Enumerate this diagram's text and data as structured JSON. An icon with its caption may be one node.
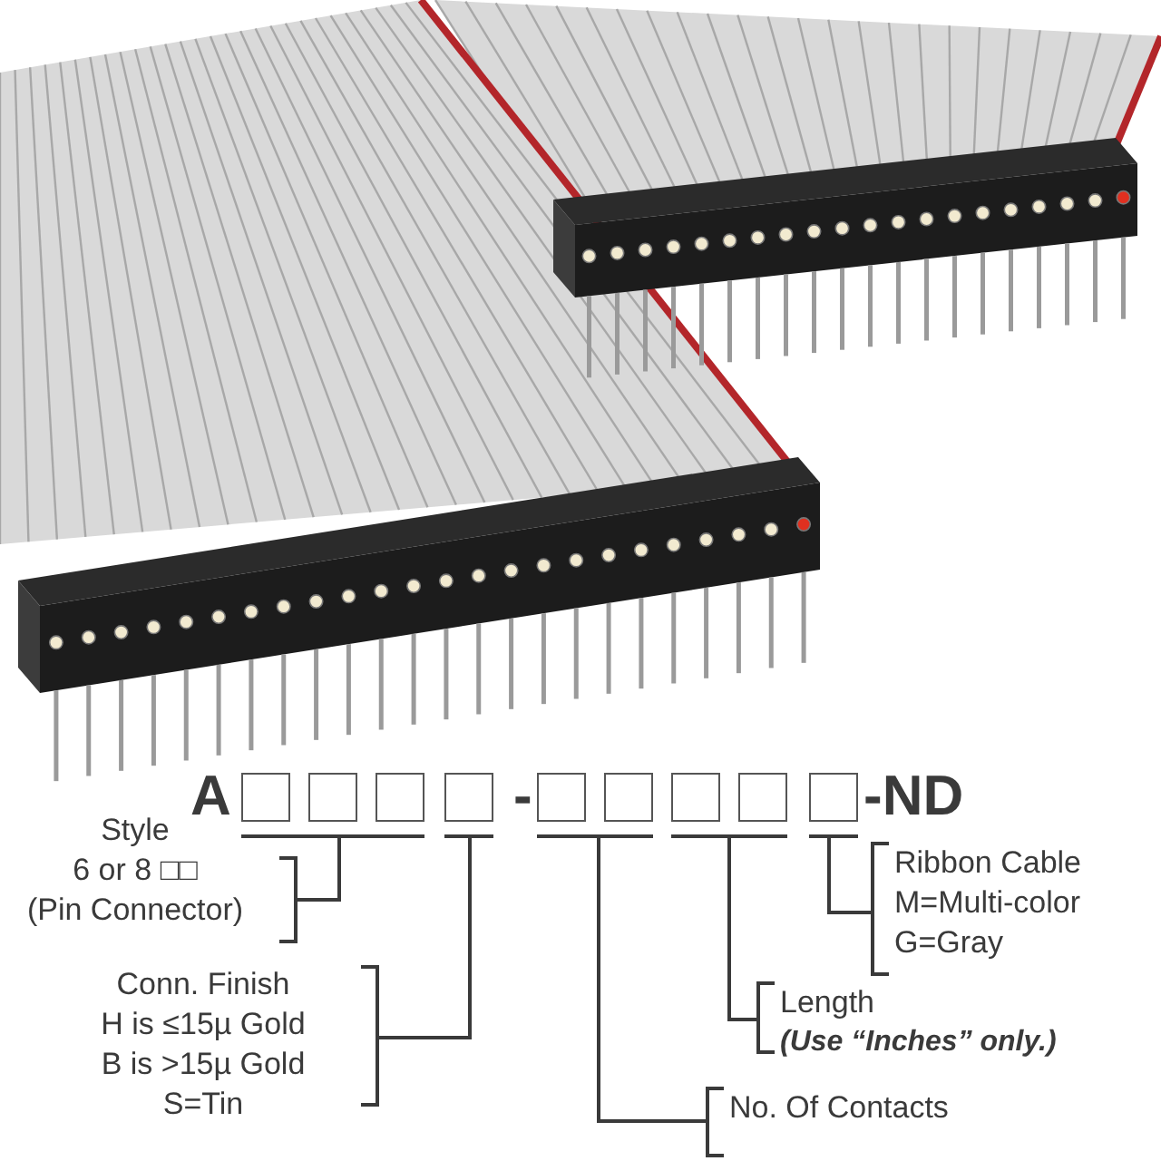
{
  "diagram": {
    "nodes": [
      {
        "text": [],
        "shape": "box"
      },
      {
        "text": [],
        "shape": "box"
      },
      {
        "text": [],
        "shape": "box"
      },
      {
        "text": [],
        "shape": "box"
      },
      {
        "text": [],
        "shape": "box"
      },
      {
        "text": [
          "Style",
          "6 or 8 □□",
          "(Pin Connector)"
        ]
      },
      {
        "text": [
          "Ribbon Cable",
          "M=Multi-color",
          "G=Gray"
        ]
      },
      {
        "text": [
          "Conn. Finish",
          "H is ≤15µ Gold",
          "B is >15µ Gold",
          "S=Tin"
        ]
      },
      {
        "text": [
          "Length",
          "(Use “Inches” only.)"
        ]
      },
      {
        "text": [
          "No. Of Contacts"
        ]
      }
    ],
    "edges": [
      {
        "from": 5,
        "to": 0,
        "arrow": "none"
      },
      {
        "from": 6,
        "to": 4,
        "arrow": "none"
      },
      {
        "from": 7,
        "to": 1,
        "arrow": "none"
      },
      {
        "from": 8,
        "to": 3,
        "arrow": "none"
      },
      {
        "from": 9,
        "to": 2,
        "arrow": "none"
      }
    ],
    "labels": [
      "A",
      "-",
      "-ND"
    ]
  }
}
